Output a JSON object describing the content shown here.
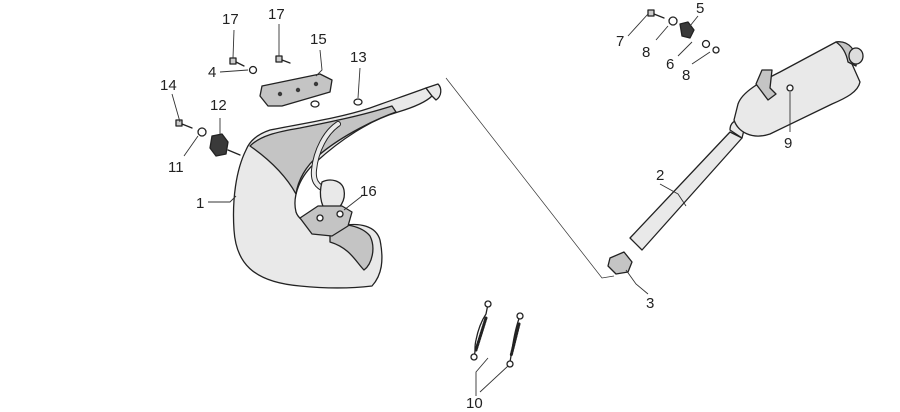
{
  "colors": {
    "line": "#333333",
    "part_fill": "#e9e9e9",
    "part_shade": "#c4c4c4",
    "background": "#ffffff"
  },
  "callouts": [
    {
      "id": "c1",
      "text": "1"
    },
    {
      "id": "c2",
      "text": "2"
    },
    {
      "id": "c3",
      "text": "3"
    },
    {
      "id": "c4",
      "text": "4"
    },
    {
      "id": "c5",
      "text": "5"
    },
    {
      "id": "c6",
      "text": "6"
    },
    {
      "id": "c7",
      "text": "7"
    },
    {
      "id": "c8a",
      "text": "8"
    },
    {
      "id": "c8b",
      "text": "8"
    },
    {
      "id": "c9",
      "text": "9"
    },
    {
      "id": "c10",
      "text": "10"
    },
    {
      "id": "c11",
      "text": "11"
    },
    {
      "id": "c12",
      "text": "12"
    },
    {
      "id": "c13",
      "text": "13"
    },
    {
      "id": "c14",
      "text": "14"
    },
    {
      "id": "c15",
      "text": "15"
    },
    {
      "id": "c16",
      "text": "16"
    },
    {
      "id": "c17a",
      "text": "17"
    },
    {
      "id": "c17b",
      "text": "17"
    }
  ]
}
